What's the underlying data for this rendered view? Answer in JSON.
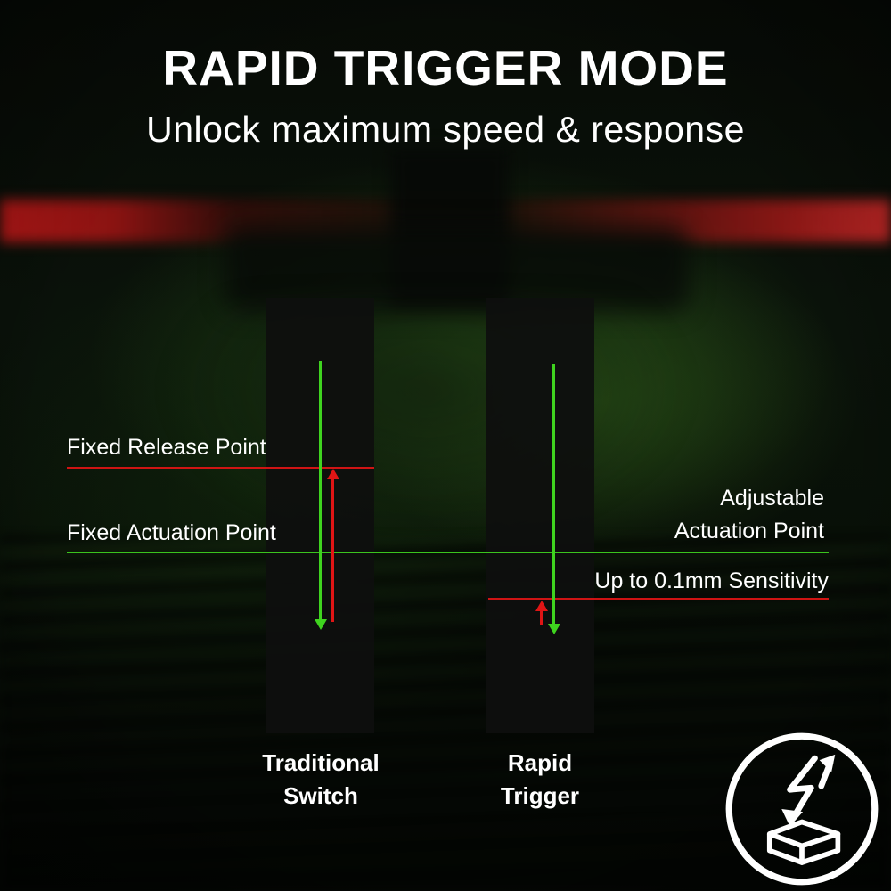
{
  "header": {
    "title": "RAPID TRIGGER MODE",
    "subtitle": "Unlock maximum speed & response"
  },
  "annotations": {
    "fixed_release": "Fixed Release Point",
    "fixed_actuation": "Fixed Actuation Point",
    "adjustable_line1": "Adjustable",
    "adjustable_line2": "Actuation Point",
    "sensitivity": "Up to 0.1mm Sensitivity"
  },
  "bars": {
    "traditional": {
      "line1": "Traditional",
      "line2": "Switch"
    },
    "rapid": {
      "line1": "Rapid",
      "line2": "Trigger"
    }
  },
  "colors": {
    "green": "#3fd41f",
    "red": "#e01515",
    "text": "#ffffff",
    "bar": "#0e0f0e"
  },
  "icons": {
    "badge": "rapid-trigger-keycap-icon"
  }
}
